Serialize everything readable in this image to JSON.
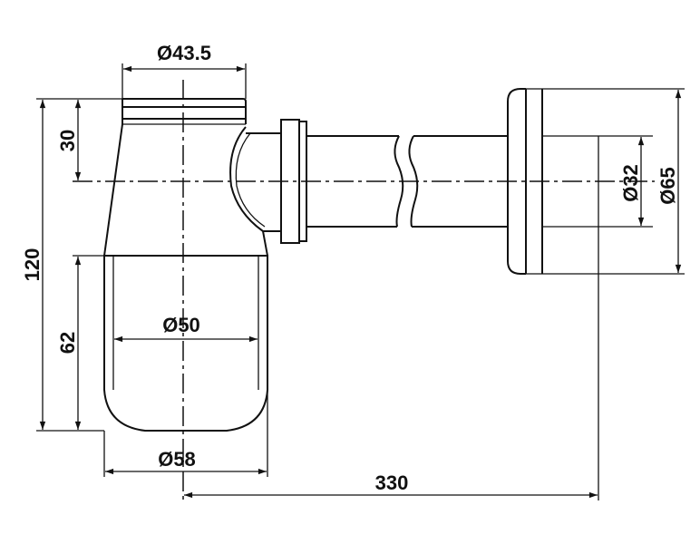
{
  "title": "Bottle trap dimension drawing",
  "dimensions": {
    "top_diameter": "Ø43.5",
    "overall_height": "120",
    "outlet_height": "30",
    "cup_height": "62",
    "cup_inner_diameter": "Ø50",
    "cup_outer_diameter": "Ø58",
    "outlet_length": "330",
    "pipe_diameter": "Ø32",
    "flange_diameter": "Ø65"
  },
  "colors": {
    "line": "#111111",
    "background": "#ffffff"
  }
}
